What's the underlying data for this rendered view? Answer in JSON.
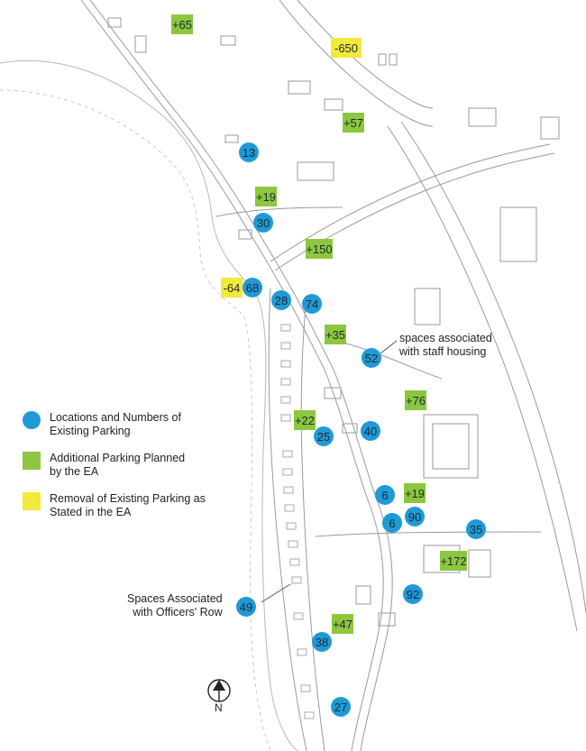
{
  "colors": {
    "existing": "#1f9ad6",
    "planned": "#8dc63f",
    "removal": "#f2e93a",
    "linework": "#9a9a9a"
  },
  "legend": {
    "existing": "Locations and Numbers of\nExisting Parking",
    "planned": "Additional Parking Planned\nby the EA",
    "removal": "Removal of Existing Parking as\nStated in the EA"
  },
  "annotations": {
    "staff_housing": "spaces associated\nwith staff housing",
    "officers_row": "Spaces Associated\nwith Officers' Row"
  },
  "north_label": "N",
  "markers": {
    "existing": [
      "13",
      "30",
      "68",
      "28",
      "74",
      "52",
      "25",
      "40",
      "6",
      "90",
      "6",
      "35",
      "92",
      "49",
      "38",
      "27"
    ],
    "planned": [
      "+65",
      "+57",
      "+19",
      "+150",
      "+35",
      "+76",
      "+22",
      "+19",
      "+172",
      "+47"
    ],
    "removal": [
      "-650",
      "-64"
    ]
  }
}
